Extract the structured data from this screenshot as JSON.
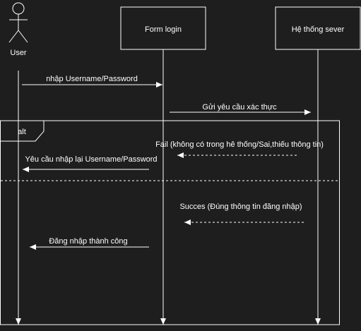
{
  "participants": {
    "user": "User",
    "form": "Form login",
    "system": "Hệ thống sever"
  },
  "messages": {
    "m1": "nhập Username/Password",
    "m2": "Gửi yêu cầu xác thực",
    "m3": "Fail (không có trong hê thống/Sai,thiếu thông tin)",
    "m4": "Yêu cầu nhập lại Username/Password",
    "m5": "Succes (Đúng thông tin đăng nhập)",
    "m6": "Đăng nhập thành công"
  },
  "fragment": {
    "operator": "alt"
  },
  "colors": {
    "background": "#1e1e1e",
    "foreground": "#ffffff"
  }
}
